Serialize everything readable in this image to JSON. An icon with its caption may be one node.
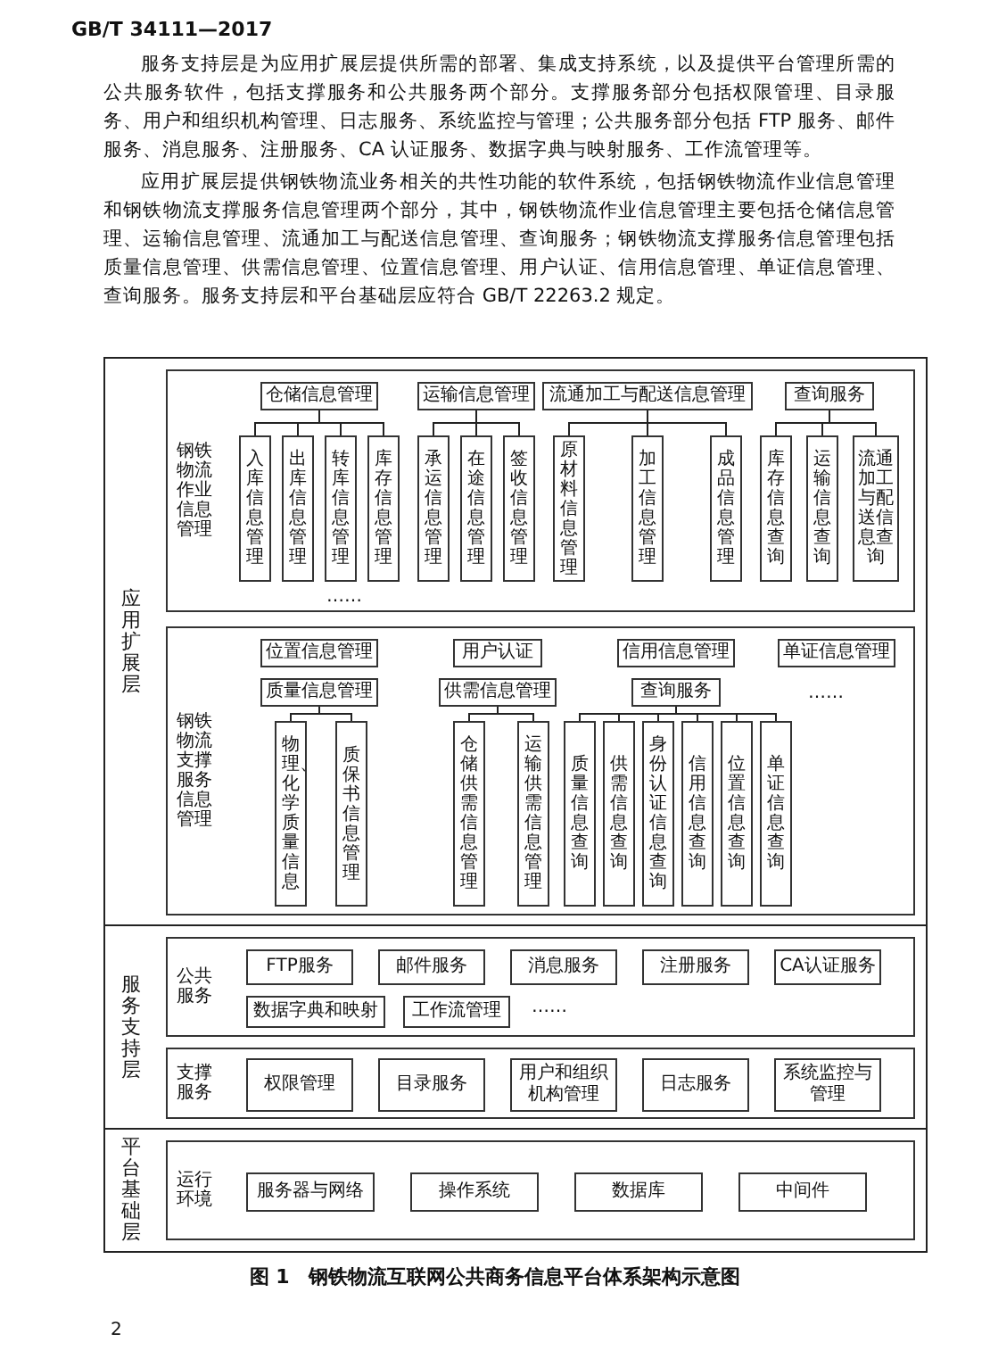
{
  "diagram": {
    "caption": "图 1　钢铁物流互联网公共商务信息平台体系架构示意图",
    "nodes": [
      {
        "text": [
          "应用扩展层"
        ]
      },
      {
        "text": [
          "钢铁物流作业信息管理"
        ],
        "in": 0
      },
      {
        "text": [
          "仓储信息管理"
        ],
        "in": 1
      },
      {
        "text": [
          "运输信息管理"
        ],
        "in": 1
      },
      {
        "text": [
          "流通加工与配送信息管理"
        ],
        "in": 1
      },
      {
        "text": [
          "查询服务"
        ],
        "in": 1
      },
      {
        "text": [
          "入库信息管理"
        ],
        "in": 1
      },
      {
        "text": [
          "出库信息管理"
        ],
        "in": 1
      },
      {
        "text": [
          "转库信息管理"
        ],
        "in": 1
      },
      {
        "text": [
          "库存信息管理"
        ],
        "in": 1
      },
      {
        "text": [
          "承运信息管理"
        ],
        "in": 1
      },
      {
        "text": [
          "在途信息管理"
        ],
        "in": 1
      },
      {
        "text": [
          "签收信息管理"
        ],
        "in": 1
      },
      {
        "text": [
          "原材料信息管理"
        ],
        "in": 1
      },
      {
        "text": [
          "加工信息管理"
        ],
        "in": 1
      },
      {
        "text": [
          "成品信息管理"
        ],
        "in": 1
      },
      {
        "text": [
          "库存信息查询"
        ],
        "in": 1
      },
      {
        "text": [
          "运输信息查询"
        ],
        "in": 1
      },
      {
        "text": [
          "流通加工与配送信息查询"
        ],
        "in": 1
      },
      {
        "text": [
          "钢铁物流支撑服务信息管理"
        ],
        "in": 0
      },
      {
        "text": [
          "位置信息管理"
        ],
        "in": 19
      },
      {
        "text": [
          "用户认证"
        ],
        "in": 19
      },
      {
        "text": [
          "信用信息管理"
        ],
        "in": 19
      },
      {
        "text": [
          "单证信息管理"
        ],
        "in": 19
      },
      {
        "text": [
          "质量信息管理"
        ],
        "in": 19
      },
      {
        "text": [
          "供需信息管理"
        ],
        "in": 19
      },
      {
        "text": [
          "查询服务"
        ],
        "in": 19
      },
      {
        "text": [
          "物理、化学质量信息"
        ],
        "in": 19
      },
      {
        "text": [
          "质保书信息管理"
        ],
        "in": 19
      },
      {
        "text": [
          "仓储供需信息管理"
        ],
        "in": 19
      },
      {
        "text": [
          "运输供需信息管理"
        ],
        "in": 19
      },
      {
        "text": [
          "质量信息查询"
        ],
        "in": 19
      },
      {
        "text": [
          "供需信息查询"
        ],
        "in": 19
      },
      {
        "text": [
          "身份认证信息查询"
        ],
        "in": 19
      },
      {
        "text": [
          "信用信息查询"
        ],
        "in": 19
      },
      {
        "text": [
          "位置信息查询"
        ],
        "in": 19
      },
      {
        "text": [
          "单证信息查询"
        ],
        "in": 19
      },
      {
        "text": [
          "服务支持层"
        ]
      },
      {
        "text": [
          "公共服务"
        ],
        "in": 37
      },
      {
        "text": [
          "FTP服务"
        ],
        "in": 38
      },
      {
        "text": [
          "邮件服务"
        ],
        "in": 38
      },
      {
        "text": [
          "消息服务"
        ],
        "in": 38
      },
      {
        "text": [
          "注册服务"
        ],
        "in": 38
      },
      {
        "text": [
          "CA认证服务"
        ],
        "in": 38
      },
      {
        "text": [
          "数据字典和映射"
        ],
        "in": 38
      },
      {
        "text": [
          "工作流管理"
        ],
        "in": 38
      },
      {
        "text": [
          "支撑服务"
        ],
        "in": 37
      },
      {
        "text": [
          "权限管理"
        ],
        "in": 46
      },
      {
        "text": [
          "目录服务"
        ],
        "in": 46
      },
      {
        "text": [
          "用户和组织机构管理"
        ],
        "in": 46
      },
      {
        "text": [
          "日志服务"
        ],
        "in": 46
      },
      {
        "text": [
          "系统监控与管理"
        ],
        "in": 46
      },
      {
        "text": [
          "平台基础层"
        ]
      },
      {
        "text": [
          "运行环境"
        ],
        "in": 52
      },
      {
        "text": [
          "服务器与网络"
        ],
        "in": 53
      },
      {
        "text": [
          "操作系统"
        ],
        "in": 53
      },
      {
        "text": [
          "数据库"
        ],
        "in": 53
      },
      {
        "text": [
          "中间件"
        ],
        "in": 53
      }
    ],
    "edges": [
      {
        "from": 2,
        "to": 6,
        "arrow": "none"
      },
      {
        "from": 2,
        "to": 7,
        "arrow": "none"
      },
      {
        "from": 2,
        "to": 8,
        "arrow": "none"
      },
      {
        "from": 2,
        "to": 9,
        "arrow": "none"
      },
      {
        "from": 3,
        "to": 10,
        "arrow": "none"
      },
      {
        "from": 3,
        "to": 11,
        "arrow": "none"
      },
      {
        "from": 3,
        "to": 12,
        "arrow": "none"
      },
      {
        "from": 4,
        "to": 13,
        "arrow": "none"
      },
      {
        "from": 4,
        "to": 14,
        "arrow": "none"
      },
      {
        "from": 4,
        "to": 15,
        "arrow": "none"
      },
      {
        "from": 5,
        "to": 16,
        "arrow": "none"
      },
      {
        "from": 5,
        "to": 17,
        "arrow": "none"
      },
      {
        "from": 5,
        "to": 18,
        "arrow": "none"
      },
      {
        "from": 24,
        "to": 27,
        "arrow": "none"
      },
      {
        "from": 24,
        "to": 28,
        "arrow": "none"
      },
      {
        "from": 25,
        "to": 29,
        "arrow": "none"
      },
      {
        "from": 25,
        "to": 30,
        "arrow": "none"
      },
      {
        "from": 26,
        "to": 31,
        "arrow": "none"
      },
      {
        "from": 26,
        "to": 32,
        "arrow": "none"
      },
      {
        "from": 26,
        "to": 33,
        "arrow": "none"
      },
      {
        "from": 26,
        "to": 34,
        "arrow": "none"
      },
      {
        "from": 26,
        "to": 35,
        "arrow": "none"
      },
      {
        "from": 26,
        "to": 36,
        "arrow": "none"
      }
    ],
    "labels": [
      "GB/T 34111—2017",
      "服务支持层是为应用扩展层提供所需的部署、集成支持系统，以及提供平台管理所需的公共服务软件，包括支撑服务和公共服务两个部分。支撑服务部分包括权限管理、目录服务、用户和组织机构管理、日志服务、系统监控与管理；公共服务部分包括 FTP 服务、邮件服务、消息服务、注册服务、CA 认证服务、数据字典与映射服务、工作流管理等。",
      "应用扩展层提供钢铁物流业务相关的共性功能的软件系统，包括钢铁物流作业信息管理和钢铁物流支撑服务信息管理两个部分，其中，钢铁物流作业信息管理主要包括仓储信息管理、运输信息管理、流通加工与配送信息管理、查询服务；钢铁物流支撑服务信息管理包括质量信息管理、供需信息管理、位置信息管理、用户认证、信用信息管理、单证信息管理、查询服务。服务支持层和平台基础层应符合 GB/T 22263.2 规定。",
      "……",
      "……",
      "……",
      "2"
    ]
  }
}
